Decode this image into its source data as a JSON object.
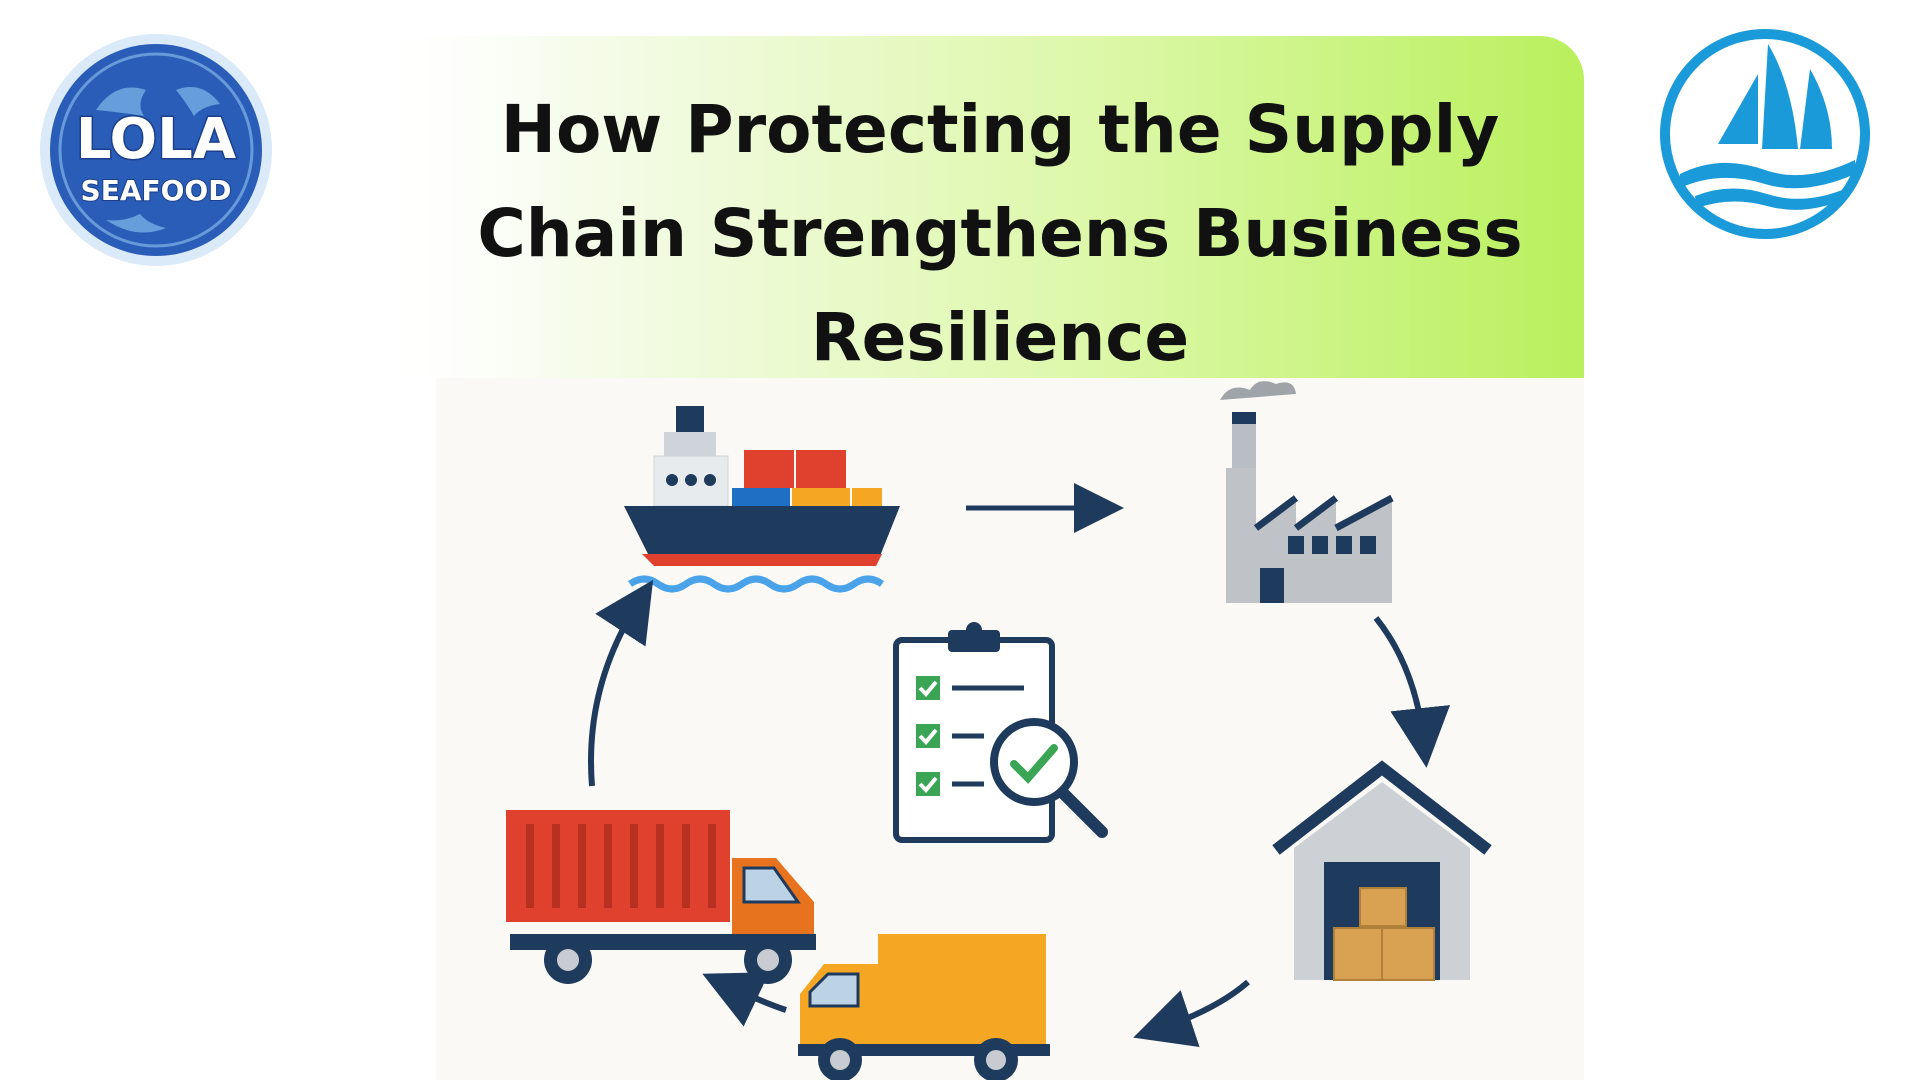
{
  "title": {
    "lines": [
      "How Protecting the Supply",
      "Chain Strengthens Business",
      "Resilience"
    ]
  },
  "logos": {
    "left": {
      "line1": "LOLA",
      "line2": "SEAFOOD",
      "icon": "lola-seafood-logo"
    },
    "right": {
      "icon": "sailboat-wave-logo"
    }
  },
  "diagram": {
    "nodes": [
      {
        "icon": "cargo-ship-icon"
      },
      {
        "icon": "factory-icon"
      },
      {
        "icon": "warehouse-icon"
      },
      {
        "icon": "delivery-truck-icon"
      },
      {
        "icon": "container-truck-icon"
      },
      {
        "icon": "checklist-magnifier-icon"
      }
    ],
    "colors": {
      "navy": "#1e3a5c",
      "red": "#e0412e",
      "orange": "#f5a623",
      "blue": "#1f6fc5",
      "green": "#3aa655",
      "gray": "#bfc3c7"
    }
  }
}
